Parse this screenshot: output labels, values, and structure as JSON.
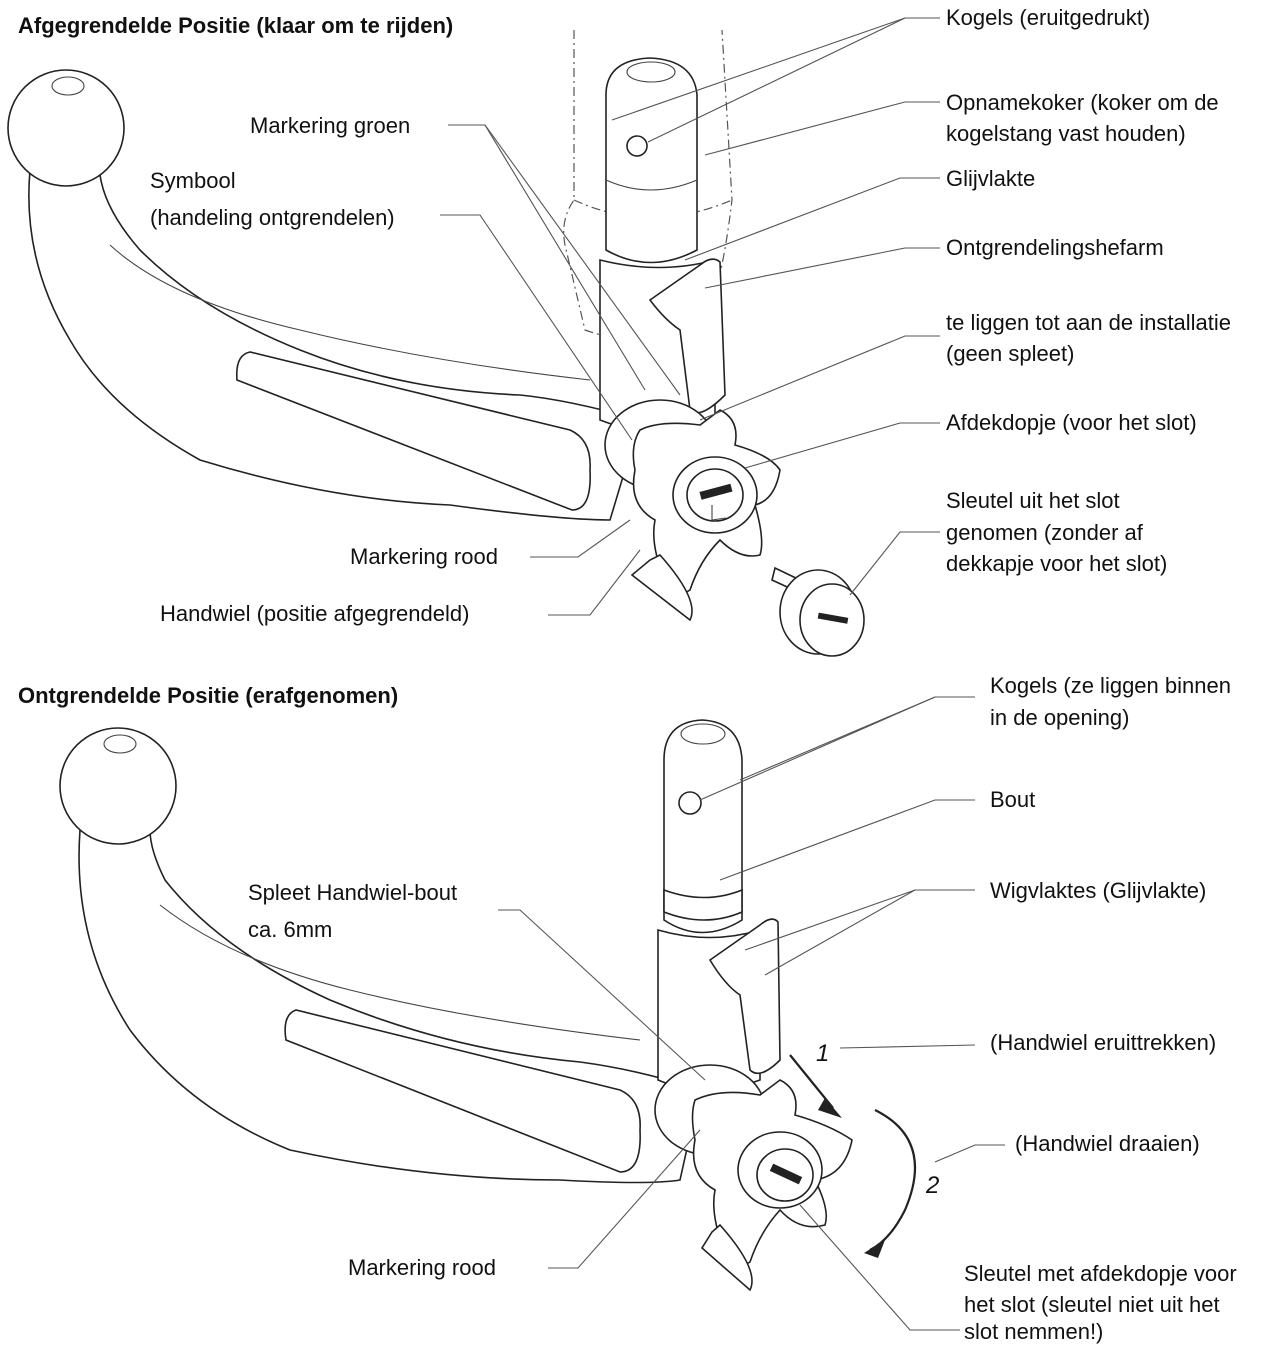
{
  "top": {
    "title": "Afgegrendelde Positie (klaar om te rijden)",
    "labels": {
      "kogels": "Kogels (eruitgedrukt)",
      "opnamekoker_1": "Opnamekoker (koker om de",
      "opnamekoker_2": "kogelstang vast houden)",
      "glijvlakte": "Glijvlakte",
      "hefarm": "Ontgrendelingshefarm",
      "liggen_1": "te liggen tot aan de installatie",
      "liggen_2": "(geen spleet)",
      "afdekdopje": "Afdekdopje (voor het slot)",
      "sleutel_1": "Sleutel uit het slot",
      "sleutel_2": "genomen (zonder af",
      "sleutel_3": "dekkapje voor het slot)",
      "markering_groen": "Markering groen",
      "symbool_1": "Symbool",
      "symbool_2": "(handeling ontgrendelen)",
      "markering_rood": "Markering rood",
      "handwiel": "Handwiel (positie afgegrendeld)"
    }
  },
  "bottom": {
    "title": "Ontgrendelde Positie (erafgenomen)",
    "labels": {
      "kogels_1": "Kogels (ze liggen binnen",
      "kogels_2": "in de opening)",
      "bout": "Bout",
      "wigvlaktes": "Wigvlaktes (Glijvlakte)",
      "spleet_1": "Spleet Handwiel-bout",
      "spleet_2": "ca. 6mm",
      "eruittrekken": "(Handwiel eruittrekken)",
      "draaien": "(Handwiel draaien)",
      "step1": "1",
      "step2": "2",
      "markering_rood": "Markering rood",
      "sleutel_1": "Sleutel met afdekdopje voor",
      "sleutel_2": "het slot (sleutel niet uit het",
      "sleutel_3": "slot nemmen!)"
    }
  }
}
